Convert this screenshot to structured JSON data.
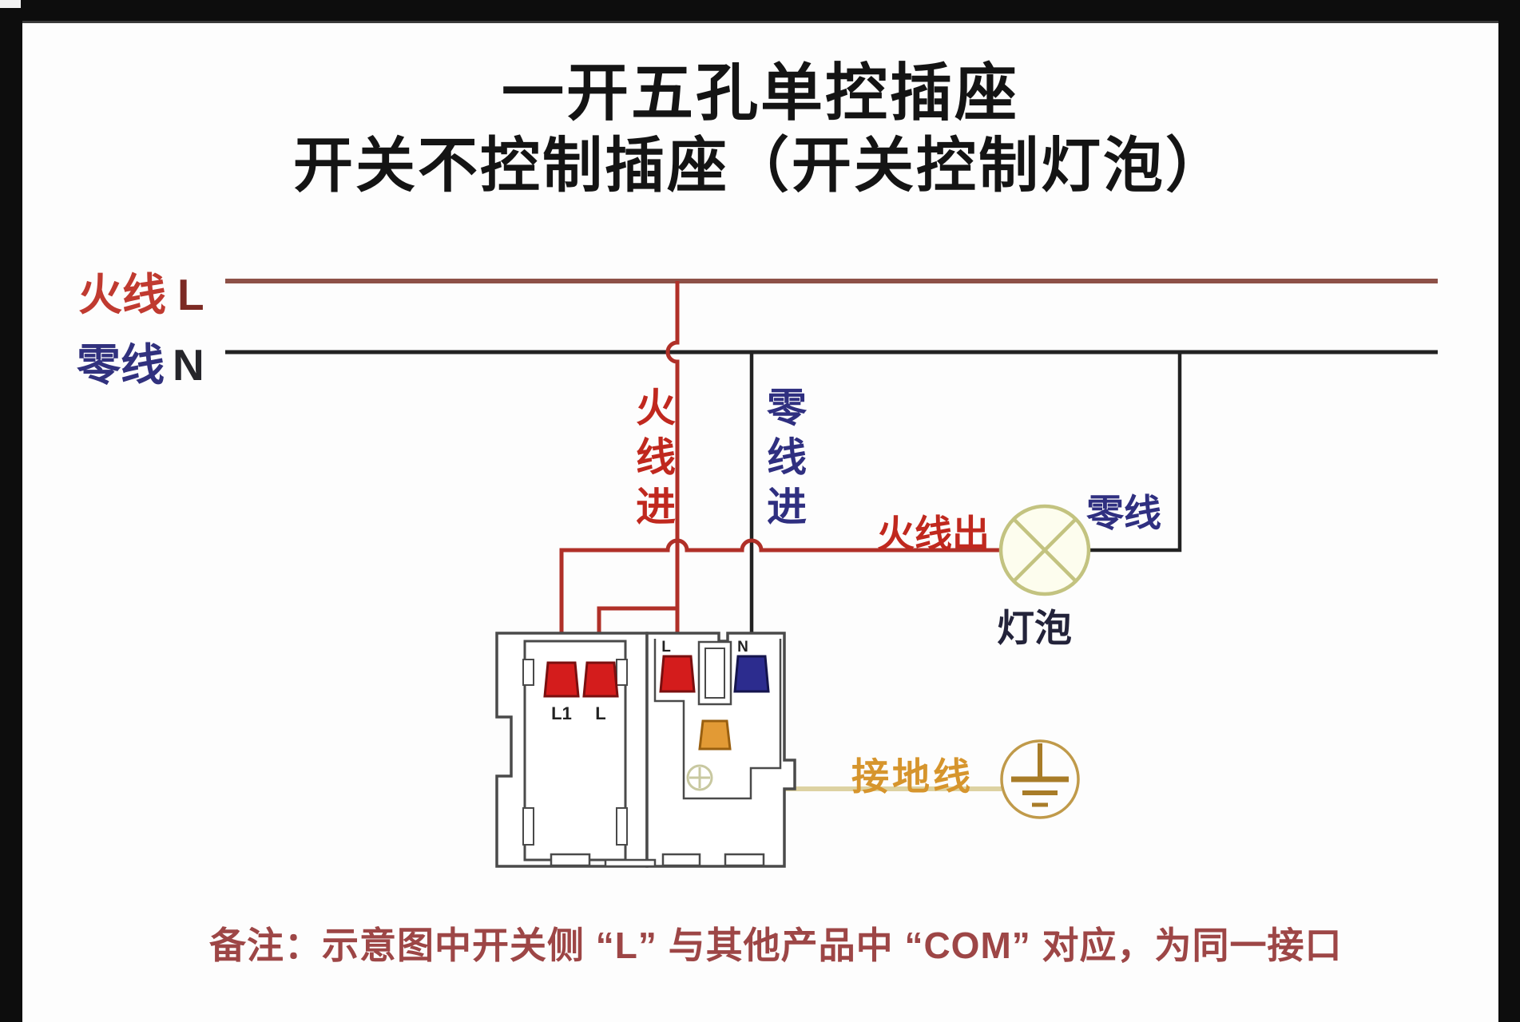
{
  "title": {
    "line1": "一开五孔单控插座",
    "line2": "开关不控制插座（开关控制灯泡）"
  },
  "wire_labels": {
    "live_cn": "火线",
    "live_letter": "L",
    "neutral_cn": "零线",
    "neutral_letter": "N",
    "live_in": "火线进",
    "neutral_in": "零线进",
    "live_out": "火线出",
    "neutral_to_lamp": "零线",
    "bulb": "灯泡",
    "ground_wire": "接地线"
  },
  "terminal_labels": {
    "switch_l1": "L1",
    "switch_l": "L",
    "socket_l": "L",
    "socket_n": "N"
  },
  "note": "备注：示意图中开关侧 “L” 与其他产品中 “COM” 对应，为同一接口",
  "colors": {
    "live_wire": "#8d5148",
    "live_branch": "#b03028",
    "neutral_wire": "#222222",
    "label_red": "#c0281e",
    "label_blue": "#2f2f80",
    "ground_label": "#d6952d",
    "ground_wire": "#ddd2a2",
    "earth_symbol": "#a87c28",
    "lamp_outline": "#c3c380",
    "terminal_red": "#d41c1c",
    "terminal_blue": "#2c2c8e",
    "terminal_orange": "#e29a35",
    "device_outline": "#4a4a4a"
  }
}
